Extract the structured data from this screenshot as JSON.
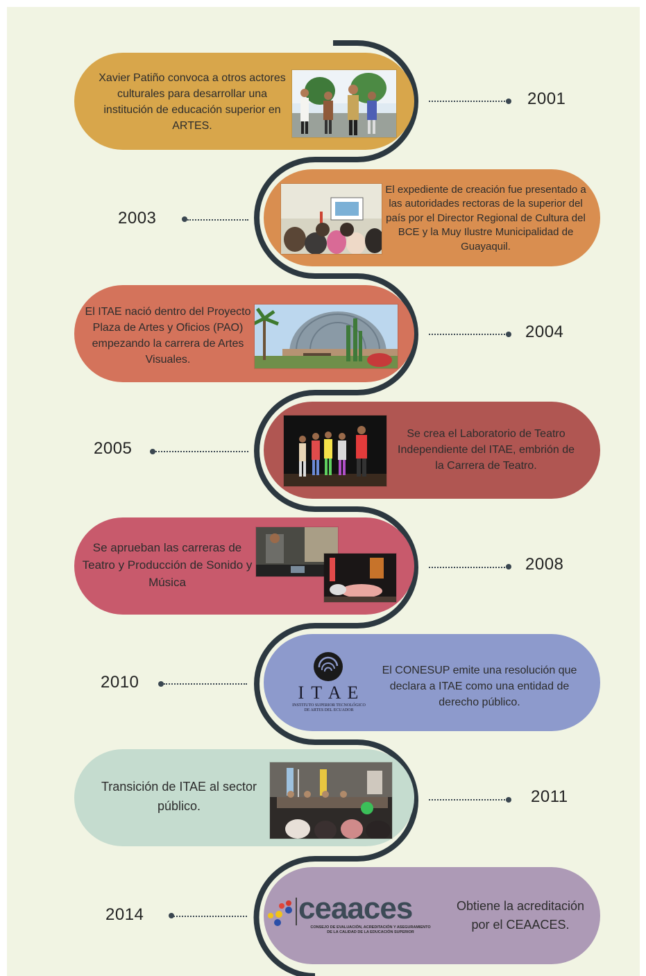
{
  "colors": {
    "background": "#f1f4e3",
    "serpentine": "#2c3840",
    "connector": "#3a4650"
  },
  "events": [
    {
      "year": "2001",
      "text": "Xavier Patiño convoca a otros actores culturales para desarrollar una institución de educación superior en ARTES.",
      "color": "#d8a64b",
      "photo": "group-walking-photo"
    },
    {
      "year": "2003",
      "text": "El expediente de creación fue presentado a las autoridades rectoras de la superior del país por el Director Regional de Cultura del BCE y la Muy Ilustre Municipalidad de Guayaquil.",
      "color": "#d98e50",
      "photo": "audience-presentation-photo"
    },
    {
      "year": "2004",
      "text": "El ITAE nació dentro del Proyecto Plaza de Artes y Oficios (PAO) empezando la carrera de Artes Visuales.",
      "color": "#d4735b",
      "photo": "dome-building-photo"
    },
    {
      "year": "2005",
      "text": "Se crea el Laboratorio de Teatro Independiente del ITAE, embrión de la Carrera de Teatro.",
      "color": "#b05652",
      "photo": "theatre-stage-photo"
    },
    {
      "year": "2008",
      "text": "Se aprueban las carreras de Teatro y Producción de Sonido y Música",
      "color": "#c85a6c",
      "photo": "sound-and-theatre-photos"
    },
    {
      "year": "2010",
      "text": "El CONESUP emite una resolución que declara a ITAE como una entidad de derecho público.",
      "color": "#8d9acc",
      "photo": "itae-logo"
    },
    {
      "year": "2011",
      "text": "Transición de ITAE al sector público.",
      "color": "#c5dccf",
      "photo": "conference-photo"
    },
    {
      "year": "2014",
      "text": "Obtiene la acreditación por el CEAACES.",
      "color": "#ad9ab6",
      "photo": "ceaaces-logo"
    }
  ],
  "itae_logo": {
    "wordmark": "I T A E",
    "subtitle_line1": "Instituto Superior Tecnológico",
    "subtitle_line2": "de Artes del Ecuador"
  },
  "ceaaces_logo": {
    "wordmark": "ceaaces",
    "subtitle_line1": "CONSEJO DE EVALUACIÓN, ACREDITACIÓN Y ASEGURAMIENTO",
    "subtitle_line2": "DE LA CALIDAD DE LA EDUCACIÓN SUPERIOR"
  }
}
